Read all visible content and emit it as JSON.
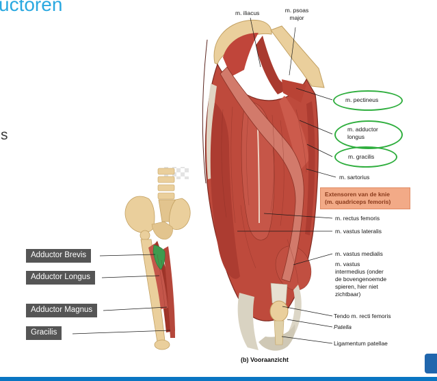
{
  "title_fragment": "uctoren",
  "text_fragment": "s",
  "colors": {
    "title_blue": "#29A8E0",
    "bottom_bar_blue": "#0A75C2",
    "corner_square_blue": "#2066AD",
    "label_box_gray": "#3E3E3E",
    "green_circle": "#2FAE3E",
    "extensor_box_bg": "#F2AA87",
    "extensor_text": "#8A3A1B",
    "muscle_red": "#BE4A3C",
    "bone_tan": "#EACF9C"
  },
  "left_figure": {
    "labels": [
      {
        "text": "Adductor Brevis"
      },
      {
        "text": "Adductor Longus"
      },
      {
        "text": "Adductor Magnus"
      },
      {
        "text": "Gracilis"
      }
    ]
  },
  "right_figure": {
    "top_labels": [
      {
        "text": "m. iliacus"
      },
      {
        "text": "m. psoas major"
      }
    ],
    "side_labels": [
      {
        "text": "m. pectineus",
        "circled": true
      },
      {
        "text": "m. adductor longus",
        "circled": true
      },
      {
        "text": "m. gracilis",
        "circled": true
      },
      {
        "text": "m. sartorius",
        "circled": false
      },
      {
        "text": "m. rectus femoris",
        "circled": false
      },
      {
        "text": "m. vastus lateralis",
        "circled": false
      },
      {
        "text": "m. vastus medialis",
        "circled": false
      },
      {
        "text": "m. vastus intermedius (onder de bovengenoemde spieren, hier niet zichtbaar)",
        "circled": false
      },
      {
        "text": "Tendo m. recti femoris",
        "circled": false
      },
      {
        "text": "Patella",
        "circled": false
      },
      {
        "text": "Ligamentum patellae",
        "circled": false
      }
    ],
    "extensor_box": {
      "line1": "Extensoren van de knie",
      "line2": "(m. quadriceps femoris)"
    },
    "caption": "(b) Vooraanzicht"
  }
}
